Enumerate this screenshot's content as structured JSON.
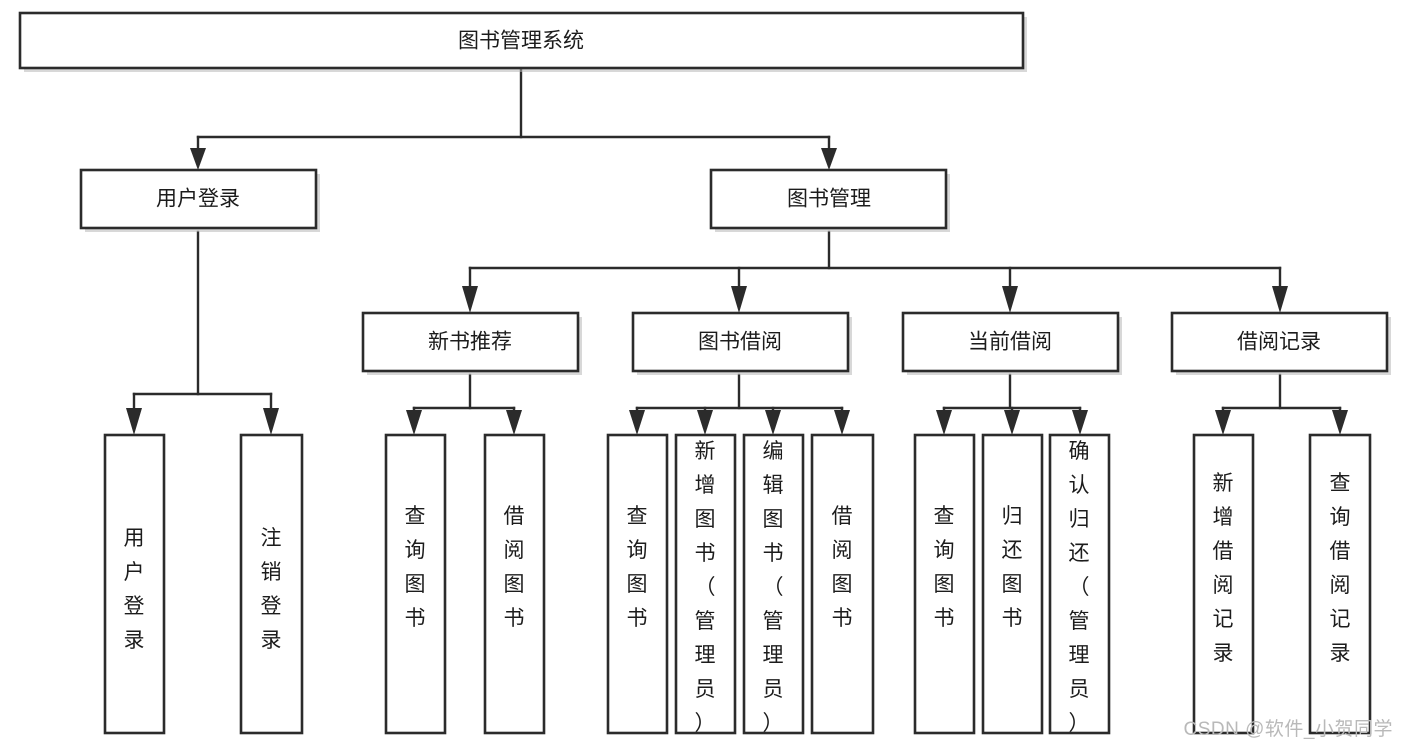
{
  "diagram": {
    "type": "hierarchy-tree",
    "title": "图书管理系统",
    "watermark": "CSDN @软件_小贺同学",
    "colors": {
      "box_stroke": "#2b2b2b",
      "box_fill": "#ffffff",
      "connector": "#2b2b2b",
      "text": "#1c1c1c",
      "watermark": "#b9b9b9"
    },
    "levels": {
      "root": {
        "label": "图书管理系统"
      },
      "level2": [
        {
          "label": "用户登录"
        },
        {
          "label": "图书管理"
        }
      ],
      "level3": [
        {
          "label": "新书推荐"
        },
        {
          "label": "图书借阅"
        },
        {
          "label": "当前借阅"
        },
        {
          "label": "借阅记录"
        }
      ],
      "leaves": {
        "user_login": [
          {
            "label": "用户登录"
          },
          {
            "label": "注销登录"
          }
        ],
        "new_book_recommend": [
          {
            "label": "查询图书"
          },
          {
            "label": "借阅图书"
          }
        ],
        "book_borrow": [
          {
            "label": "查询图书"
          },
          {
            "label": "新增图书（管理员）"
          },
          {
            "label": "编辑图书（管理员）"
          },
          {
            "label": "借阅图书"
          }
        ],
        "current_borrow": [
          {
            "label": "查询图书"
          },
          {
            "label": "归还图书"
          },
          {
            "label": "确认归还（管理员）"
          }
        ],
        "borrow_records": [
          {
            "label": "新增借阅记录"
          },
          {
            "label": "查询借阅记录"
          }
        ]
      }
    }
  }
}
